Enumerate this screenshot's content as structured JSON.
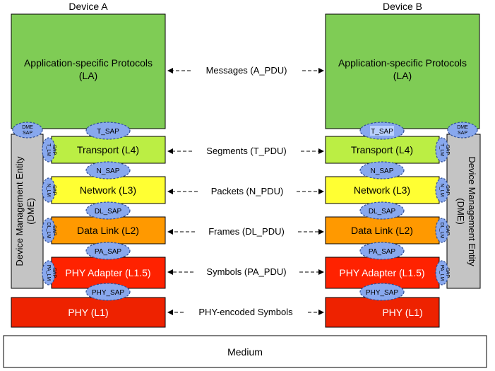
{
  "devices": {
    "a": {
      "title": "Device A"
    },
    "b": {
      "title": "Device B"
    }
  },
  "layers": {
    "application": {
      "line1": "Application-specific Protocols",
      "line2": "(LA)"
    },
    "transport": "Transport (L4)",
    "network": "Network (L3)",
    "datalink": "Data Link (L2)",
    "phy_adapter": "PHY Adapter (L1.5)",
    "phy": "PHY (L1)"
  },
  "saps": {
    "t": "T_SAP",
    "n": "N_SAP",
    "dl": "DL_SAP",
    "pa": "PA_SAP",
    "phy": "PHY_SAP",
    "dme": {
      "line1": "DME",
      "line2": "SAP"
    }
  },
  "lm_saps": {
    "t": {
      "line1": "T_LM",
      "line2": "SAP"
    },
    "n": {
      "line1": "N_LM",
      "line2": "SAP"
    },
    "dl": {
      "line1": "DL_LM",
      "line2": "SAP"
    },
    "pa": {
      "line1": "PA_LM",
      "line2": "SAP"
    }
  },
  "dme": {
    "line1": "Device Management Entity",
    "line2": "(DME)"
  },
  "pdus": {
    "messages": "Messages (A_PDU)",
    "segments": "Segments (T_PDU)",
    "packets": "Packets (N_PDU)",
    "frames": "Frames (DL_PDU)",
    "symbols": "Symbols (PA_PDU)",
    "phy_symbols": "PHY-encoded Symbols"
  },
  "medium": "Medium",
  "colors": {
    "application": "#7fcc55",
    "transport": "#bbee44",
    "network": "#ffff33",
    "datalink": "#ff9900",
    "phy_adapter": "#ff2200",
    "phy": "#ee2200",
    "sap_fill": "#88a8ee",
    "dme_fill": "#c4c4c4",
    "sap_highlight": "#b8d0ff"
  }
}
